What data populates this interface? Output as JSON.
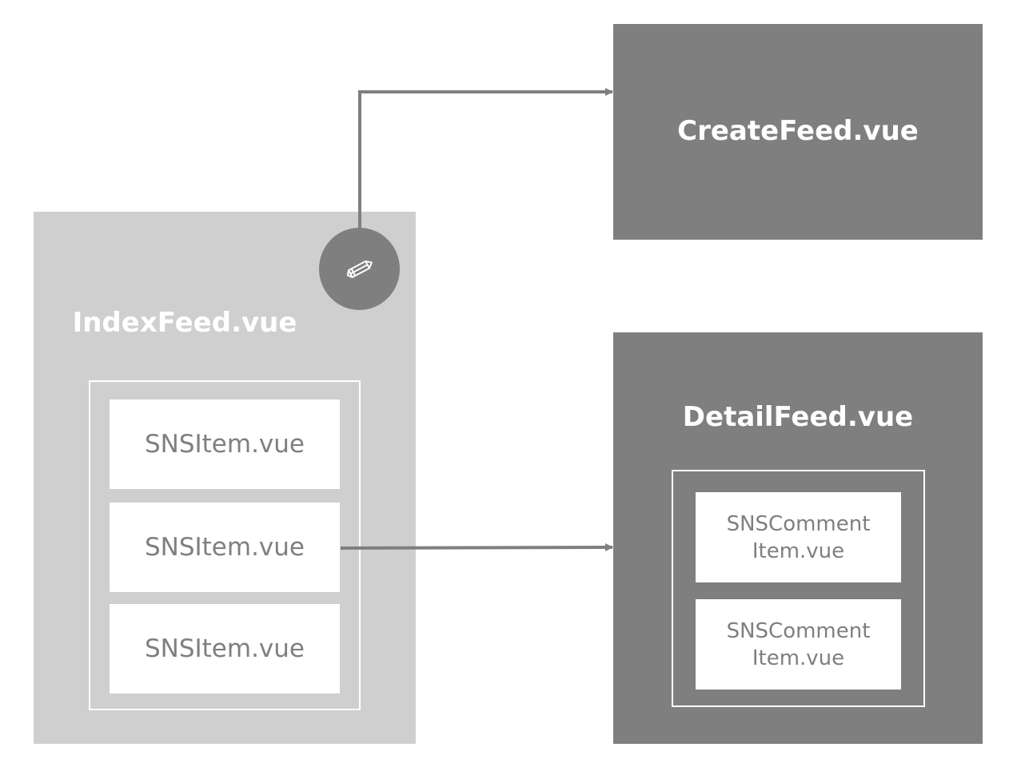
{
  "colors": {
    "index_panel": "#d0cfd0",
    "dark_panel": "#7f7f7f",
    "item_background": "#ffffff",
    "item_text": "#7f7f7f",
    "connector": "#7f7f7f"
  },
  "index_feed": {
    "title": "IndexFeed.vue",
    "edit_button_icon": "pencil-icon",
    "items": [
      {
        "label": "SNSItem.vue"
      },
      {
        "label": "SNSItem.vue"
      },
      {
        "label": "SNSItem.vue"
      }
    ]
  },
  "create_feed": {
    "title": "CreateFeed.vue"
  },
  "detail_feed": {
    "title": "DetailFeed.vue",
    "items": [
      {
        "label": "SNSComment\nItem.vue"
      },
      {
        "label": "SNSComment\nItem.vue"
      }
    ]
  }
}
